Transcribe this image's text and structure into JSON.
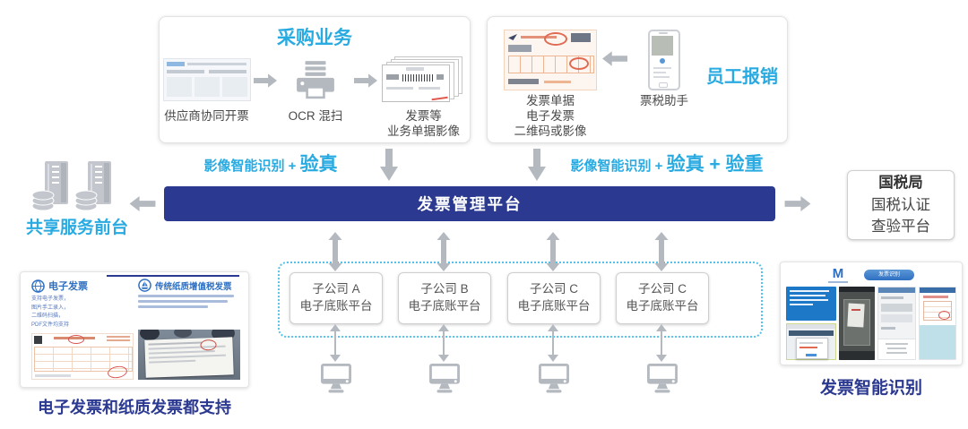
{
  "colors": {
    "accent_cyan": "#29abe2",
    "navy": "#2b3990",
    "arrow_gray": "#b4b9c0",
    "link_blue": "#2f6fc1"
  },
  "procurement": {
    "title": "采购业务",
    "steps": [
      {
        "label": "供应商协同开票"
      },
      {
        "label": "OCR 混扫"
      },
      {
        "label_line1": "发票等",
        "label_line2": "业务单据影像"
      }
    ]
  },
  "reimbursement": {
    "title": "员工报销",
    "doc_label": {
      "line1": "发票单据",
      "line2": "电子发票",
      "line3": "二维码或影像"
    },
    "app_label": "票税助手"
  },
  "recognition_labels": {
    "purchase_prefix": "影像智能识别 + ",
    "purchase_emphasis": "验真",
    "reimburse_prefix": "影像智能识别 + ",
    "reimburse_emphasis": "验真 + 验重"
  },
  "platform": {
    "label": "发票管理平台"
  },
  "shared_service": {
    "label": "共享服务前台"
  },
  "tax_bureau": {
    "line1": "国税局",
    "line2": "国税认证",
    "line3": "查验平台"
  },
  "subsidiaries": [
    {
      "name": "子公司 A",
      "platform": "电子底账平台"
    },
    {
      "name": "子公司 B",
      "platform": "电子底账平台"
    },
    {
      "name": "子公司 C",
      "platform": "电子底账平台"
    },
    {
      "name": "子公司 C",
      "platform": "电子底账平台"
    }
  ],
  "support_card": {
    "left_title": "电子发票",
    "left_lines": [
      "支持电子发票，",
      "图片手工录入，",
      "二维码扫描，",
      "PDF文件均支持"
    ],
    "right_title": "传统纸质增值税发票",
    "caption": "电子发票和纸质发票都支持"
  },
  "recognition_card": {
    "logo": "M",
    "button": "发票识别",
    "caption": "发票智能识别"
  },
  "icons": {
    "printer": "printer-icon",
    "invoice_stack": "invoice-stack-icon",
    "server": "server-rack-icon",
    "monitor": "monitor-icon",
    "globe": "globe-icon",
    "boat": "sailboat-icon"
  }
}
